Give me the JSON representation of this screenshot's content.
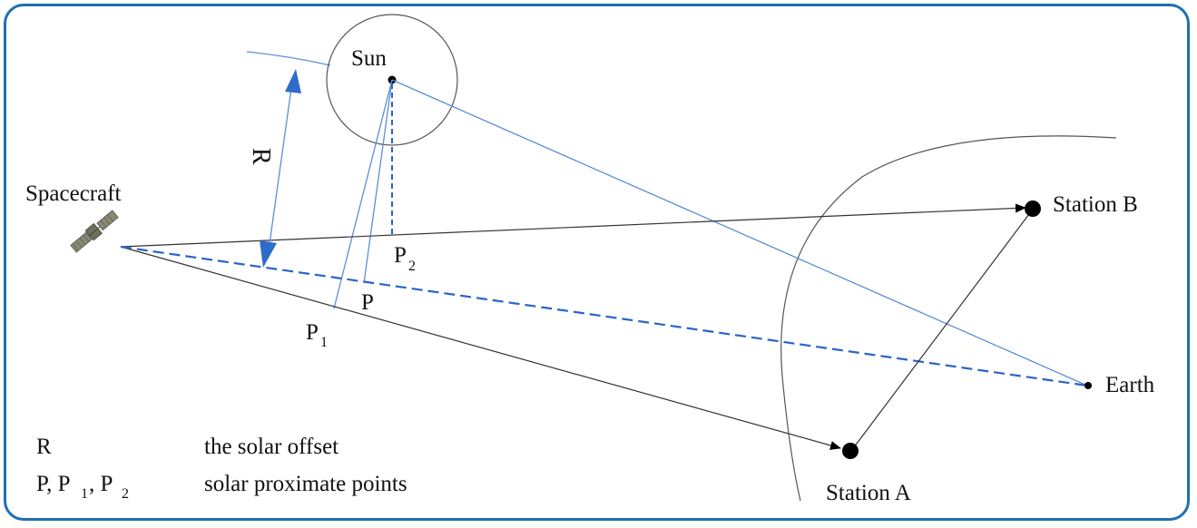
{
  "labels": {
    "sun": "Sun",
    "spacecraft": "Spacecraft",
    "station_b": "Station B",
    "station_a": "Station A",
    "earth": "Earth",
    "r": "R",
    "p": "P",
    "p1_base": "P",
    "p1_sub": "1",
    "p2_base": "P",
    "p2_sub": "2"
  },
  "legend": {
    "r_symbol": "R",
    "r_text": "the solar offset",
    "p_symbol_a": "P, P",
    "p_symbol_sub1": "1",
    "p_symbol_b": ", P",
    "p_symbol_sub2": "2",
    "p_text": "solar proximate points"
  },
  "colors": {
    "frame": "#1f6fb2",
    "blue_line": "#5b8fd6",
    "blue_dashed": "#2a64c8",
    "black_line": "#333333"
  }
}
